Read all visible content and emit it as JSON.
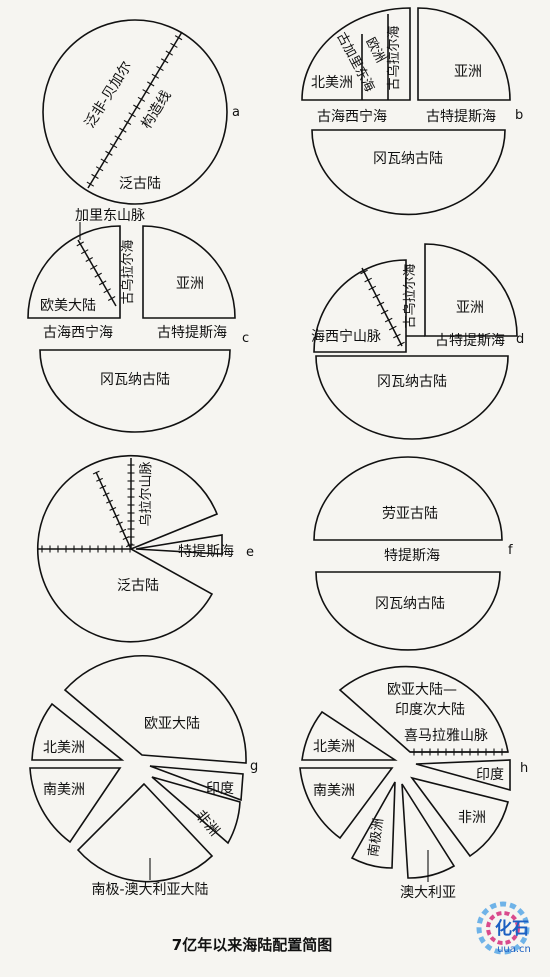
{
  "caption": "7亿年以来海陆配置简图",
  "watermark": {
    "text": "化石",
    "sub": "uua.cn"
  },
  "panels": {
    "a": {
      "letter": "a",
      "belt_label_1": "泛非-贝加尔",
      "belt_label_2": "构造线",
      "land": "泛古陆"
    },
    "b": {
      "letter": "b",
      "europe": "欧洲",
      "proto_ural": "古加里东海",
      "ural_sea": "古乌拉尔海",
      "north_america": "北美洲",
      "asia": "亚洲",
      "paleo_iapetus": "古海西宁海",
      "paleo_tethys": "古特提斯海",
      "gondwana": "冈瓦纳古陆"
    },
    "c": {
      "letter": "c",
      "caledonian": "加里东山脉",
      "ural_sea": "古乌拉尔海",
      "euramerica": "欧美大陆",
      "asia": "亚洲",
      "paleo_iapetus": "古海西宁海",
      "paleo_tethys": "古特提斯海",
      "gondwana": "冈瓦纳古陆"
    },
    "d": {
      "letter": "d",
      "ural_sea": "古乌拉尔海",
      "hercynian": "海西宁山脉",
      "asia": "亚洲",
      "paleo_tethys": "古特提斯海",
      "gondwana": "冈瓦纳古陆"
    },
    "e": {
      "letter": "e",
      "ural_mts": "乌拉尔山脉",
      "tethys": "特提斯海",
      "pangaea": "泛古陆"
    },
    "f": {
      "letter": "f",
      "laurasia": "劳亚古陆",
      "tethys": "特提斯海",
      "gondwana": "冈瓦纳古陆"
    },
    "g": {
      "letter": "g",
      "eurasia": "欧亚大陆",
      "north_america": "北美洲",
      "south_america": "南美洲",
      "india": "印度",
      "africa": "非洲",
      "antarctica_australia": "南极-澳大利亚大陆"
    },
    "h": {
      "letter": "h",
      "eurasia_1": "欧亚大陆—",
      "eurasia_2": "印度次大陆",
      "himalaya": "喜马拉雅山脉",
      "north_america": "北美洲",
      "south_america": "南美洲",
      "india": "印度",
      "africa": "非洲",
      "antarctica": "南极洲",
      "australia": "澳大利亚"
    }
  }
}
